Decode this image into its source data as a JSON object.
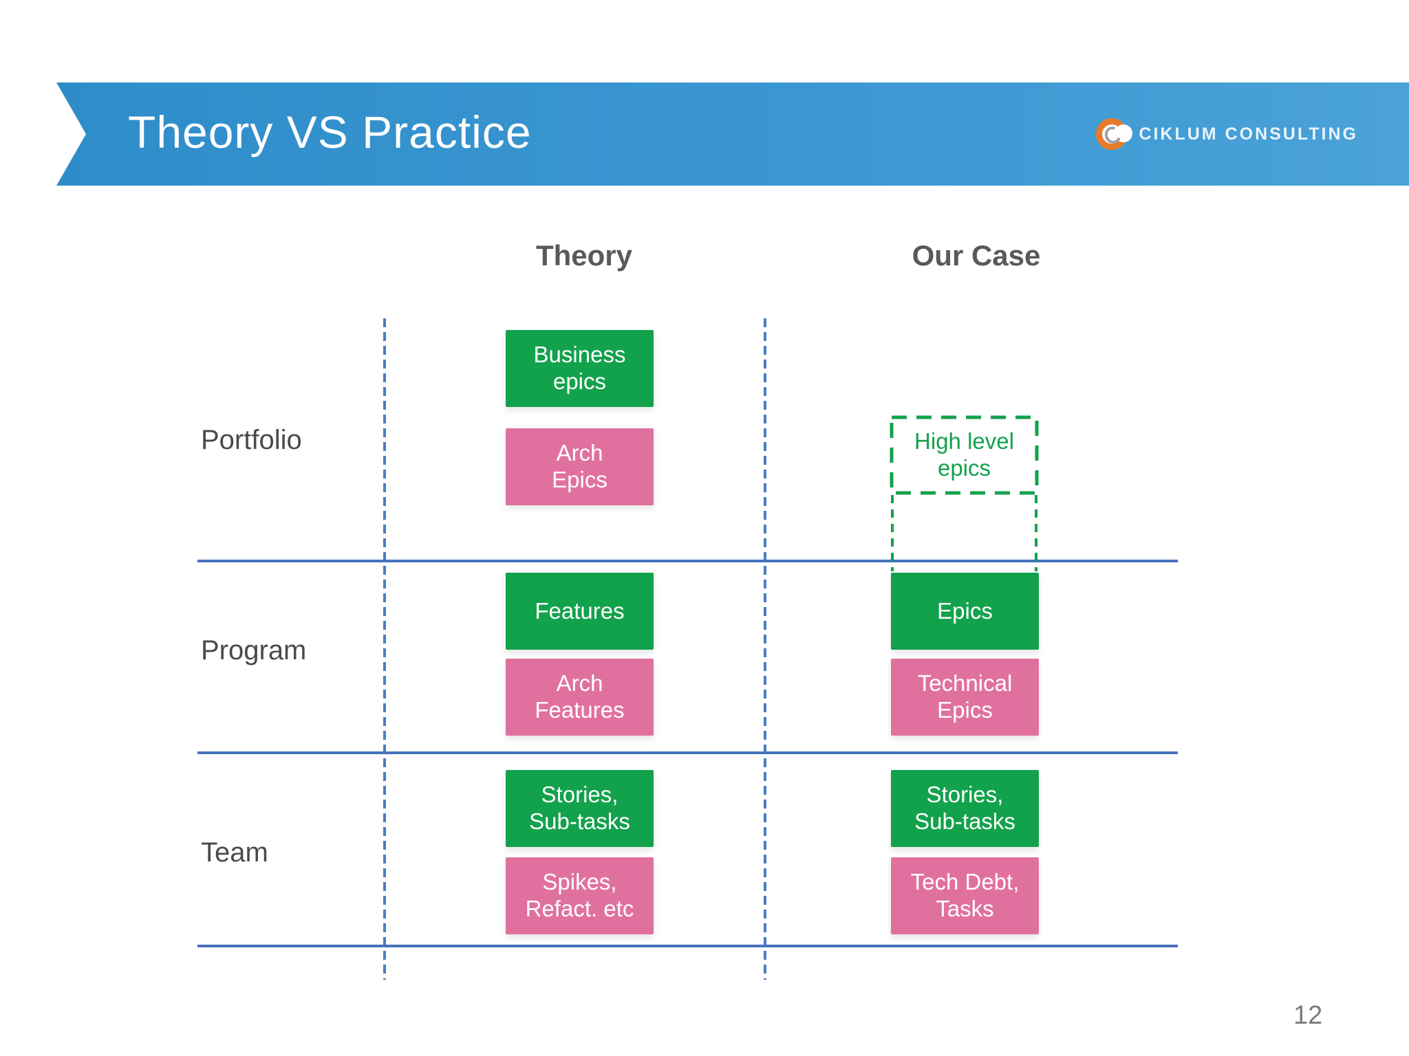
{
  "slide": {
    "title": "Theory VS Practice",
    "brand": "CIKLUM CONSULTING",
    "page_number": "12"
  },
  "matrix": {
    "col_headers": [
      "Theory",
      "Our Case"
    ],
    "row_headers": [
      "Portfolio",
      "Program",
      "Team"
    ],
    "cells": {
      "theory": {
        "portfolio": [
          "Business\nepics",
          "Arch\nEpics"
        ],
        "program": [
          "Features",
          "Arch\nFeatures"
        ],
        "team": [
          "Stories,\nSub-tasks",
          "Spikes,\nRefact. etc"
        ]
      },
      "our_case": {
        "portfolio": [
          "High level\nepics"
        ],
        "program": [
          "Epics",
          "Technical\nEpics"
        ],
        "team": [
          "Stories,\nSub-tasks",
          "Tech Debt,\nTasks"
        ]
      }
    },
    "colors": {
      "business_green": "#13a24c",
      "technical_pink": "#e0719f",
      "grid_blue": "#4573bd",
      "banner_blue": "#3492cd"
    }
  }
}
